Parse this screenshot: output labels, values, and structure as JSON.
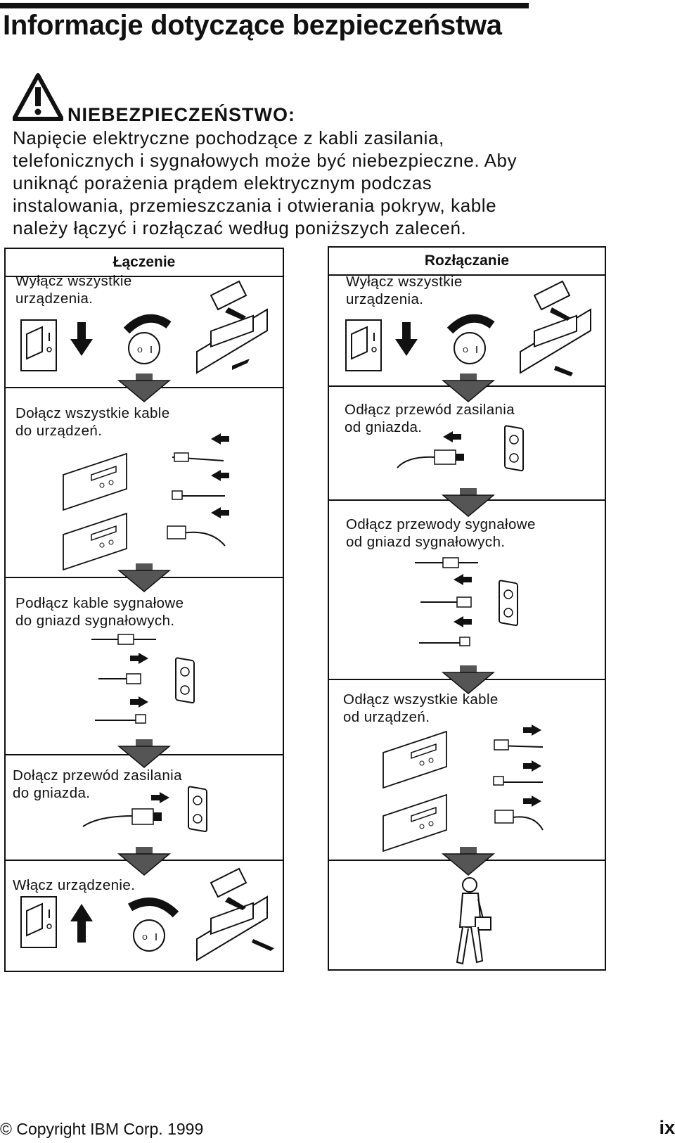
{
  "page": {
    "title": "Informacje dotyczące bezpieczeństwa",
    "page_number": "ix",
    "footer": "© Copyright IBM Corp. 1999"
  },
  "danger": {
    "label": "NIEBEZPIECZEŃSTWO:",
    "lines": [
      "Napięcie elektryczne pochodzące z kabli zasilania,",
      "telefonicznych i sygnałowych może być niebezpieczne.  Aby",
      "uniknąć porażenia prądem elektrycznym podczas",
      "instalowania, przemieszczania i otwierania pokryw, kable",
      "należy łączyć i rozłączać według poniższych zaleceń."
    ]
  },
  "connect": {
    "heading": "Łączenie",
    "steps": [
      {
        "line1": "Wyłącz wszystkie",
        "line2": "urządzenia."
      },
      {
        "line1": "Dołącz wszystkie kable",
        "line2": "do urządzeń."
      },
      {
        "line1": "Podłącz kable sygnałowe",
        "line2": "do gniazd sygnałowych."
      },
      {
        "line1": "Dołącz przewód zasilania",
        "line2": "do gniazda."
      },
      {
        "line1": "Włącz urządzenie.",
        "line2": ""
      }
    ]
  },
  "disconnect": {
    "heading": "Rozłączanie",
    "steps": [
      {
        "line1": "Wyłącz wszystkie",
        "line2": "urządzenia."
      },
      {
        "line1": "Odłącz przewód zasilania",
        "line2": "od gniazda."
      },
      {
        "line1": "Odłącz przewody sygnałowe",
        "line2": "od gniazd sygnałowych."
      },
      {
        "line1": "Odłącz wszystkie kable",
        "line2": "od urządzeń."
      }
    ]
  }
}
